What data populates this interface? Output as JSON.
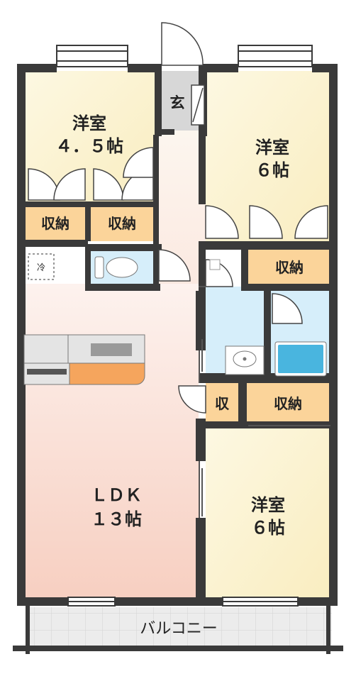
{
  "rooms": {
    "western_room_nw": {
      "name": "洋室",
      "size": "４．５帖"
    },
    "western_room_ne": {
      "name": "洋室",
      "size": "６帖"
    },
    "western_room_se": {
      "name": "洋室",
      "size": "６帖"
    },
    "ldk": {
      "name": "ＬＤＫ",
      "size": "１３帖"
    },
    "entrance": {
      "name": "玄"
    },
    "balcony": {
      "name": "バルコニー"
    }
  },
  "storage": {
    "closet_1": "収納",
    "closet_2": "収納",
    "closet_3": "収納",
    "closet_4": "収納",
    "small_storage": "収"
  },
  "fridge_label": "冷",
  "colors": {
    "wall": "#3a3a3a",
    "room_cream": "#fbf3d2",
    "ldk_pink": "#f9ddd3",
    "storage_orange": "#fbd49a",
    "water_blue": "#d6eefa",
    "balcony_gray": "#e7e7e7",
    "hall_white": "#fdfaf2",
    "kitchen_orange": "#f5a55d",
    "entrance_gray": "#cfcfcf"
  }
}
